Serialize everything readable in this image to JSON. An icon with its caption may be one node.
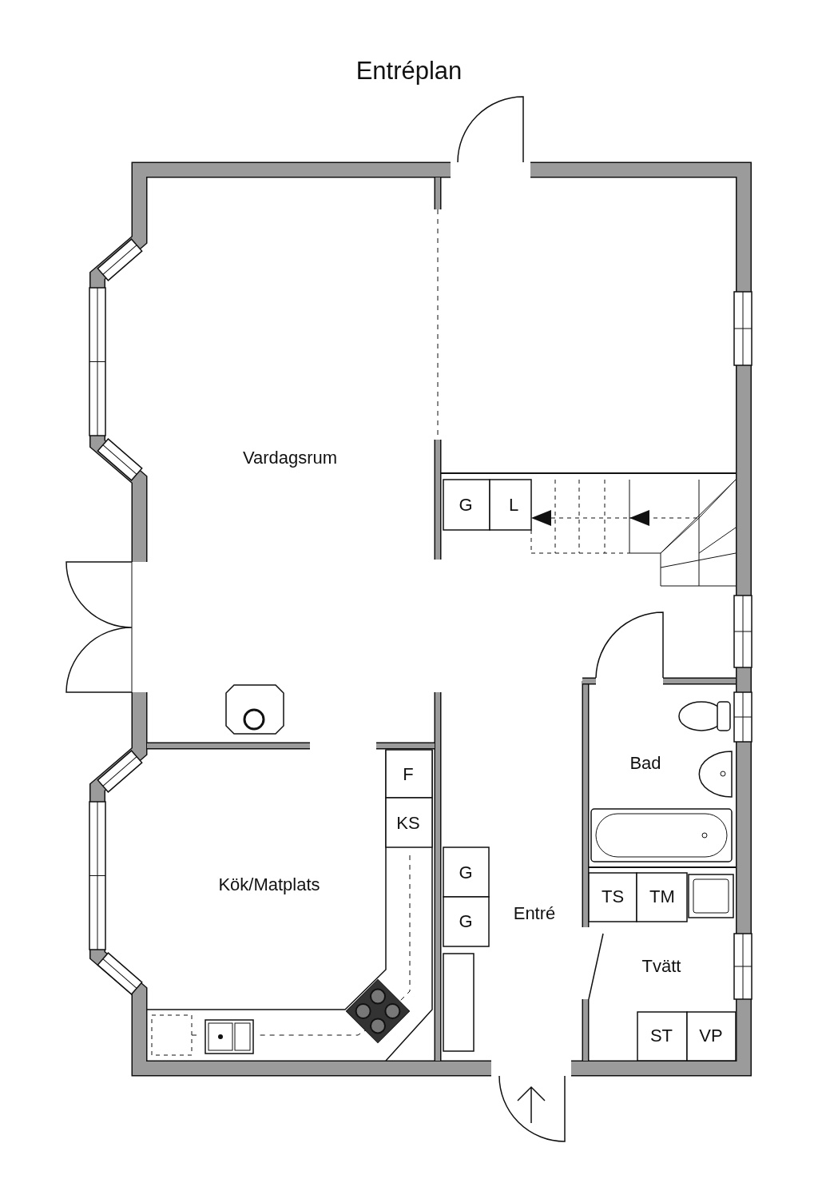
{
  "diagram": {
    "title": "Entréplan",
    "labels": [
      "Vardagsrum",
      "G",
      "L",
      "Bad",
      "F",
      "KS",
      "Kök/Matplats",
      "G",
      "G",
      "Entré",
      "TS",
      "TM",
      "Tvätt",
      "ST",
      "VP"
    ]
  }
}
